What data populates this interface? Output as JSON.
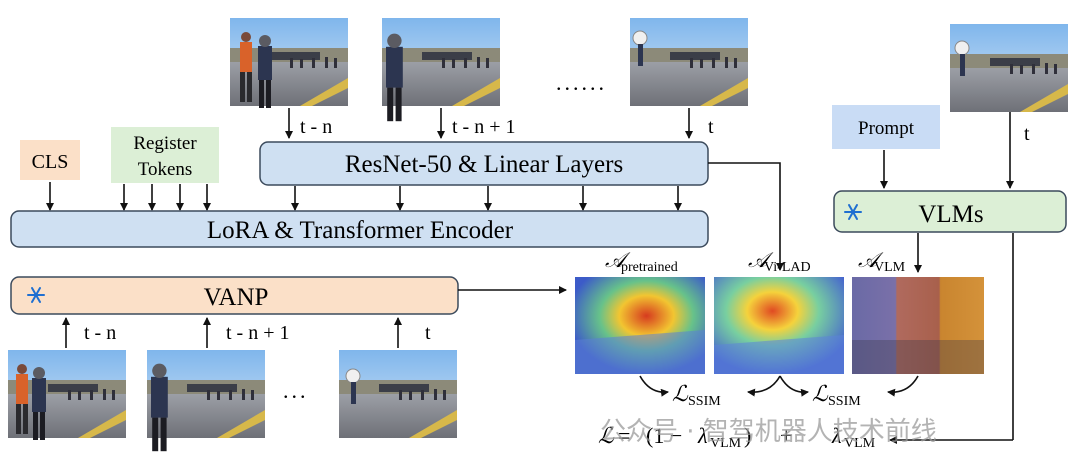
{
  "top_frames": [
    {
      "label": "t - n"
    },
    {
      "label": "t - n + 1"
    },
    {
      "label": "t"
    }
  ],
  "top_dots": "......",
  "bottom_frames": [
    {
      "label": "t - n"
    },
    {
      "label": "t - n + 1"
    },
    {
      "label": "t"
    }
  ],
  "bottom_dots": "...",
  "right_frame": {
    "label": "t"
  },
  "cls_label": "CLS",
  "register_tokens": {
    "line1": "Register",
    "line2": "Tokens"
  },
  "resnet_label": "ResNet-50 & Linear Layers",
  "lora_label": "LoRA & Transformer Encoder",
  "vanp_label": "VANP",
  "prompt_label": "Prompt",
  "vlms_label": "VLMs",
  "attention_maps": [
    {
      "symbol": "𝒜",
      "subscript": "pretrained"
    },
    {
      "symbol": "𝒜",
      "subscript": "Vi-LAD"
    },
    {
      "symbol": "𝒜",
      "subscript": "VLM"
    }
  ],
  "loss_ssim": {
    "symbol": "ℒ",
    "subscript": "SSIM"
  },
  "formula": {
    "lhs": "ℒ",
    "eq": "=",
    "open": "(1 − ",
    "lambda": "λ",
    "sub": "VLM",
    "close": ")",
    "plus": "+"
  },
  "watermark": "公众号 · 智驾机器人技术前线",
  "colors": {
    "blue_box": "#cfe0f2",
    "blue_border": "#3b4a5c",
    "orange_box": "#fbe0c8",
    "green_box": "#dcefd6",
    "prompt_box": "#c9dcf5",
    "cls_box": "#fbe0c8",
    "snowflake": "#1f6fd1"
  },
  "icons": {
    "frozen": "snowflake-icon"
  }
}
